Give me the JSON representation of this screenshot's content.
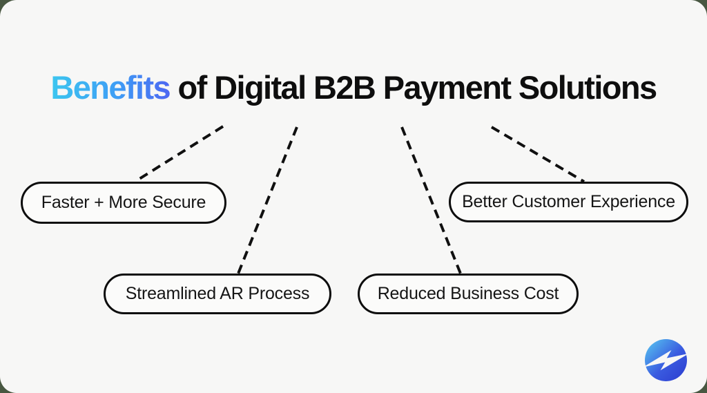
{
  "title": {
    "highlight": "Benefits",
    "rest": " of Digital B2B Payment Solutions"
  },
  "benefits": [
    {
      "label": "Faster + More Secure"
    },
    {
      "label": "Streamlined AR Process"
    },
    {
      "label": "Reduced Business Cost"
    },
    {
      "label": "Better Customer Experience"
    }
  ],
  "logo": {
    "icon": "lightning-bolt-in-circle"
  },
  "colors": {
    "canvas_background": "#F7F7F6",
    "outside_background": "#485741",
    "title_text": "#0E0E0E",
    "title_gradient_start": "#3CC6EF",
    "title_gradient_end": "#4D67F2",
    "connector_line": "#101010",
    "box_border": "#0D0D0D",
    "box_fill": "#FBFBFA",
    "logo_gradient_start": "#58CBF1",
    "logo_gradient_end": "#2B3BCE"
  }
}
